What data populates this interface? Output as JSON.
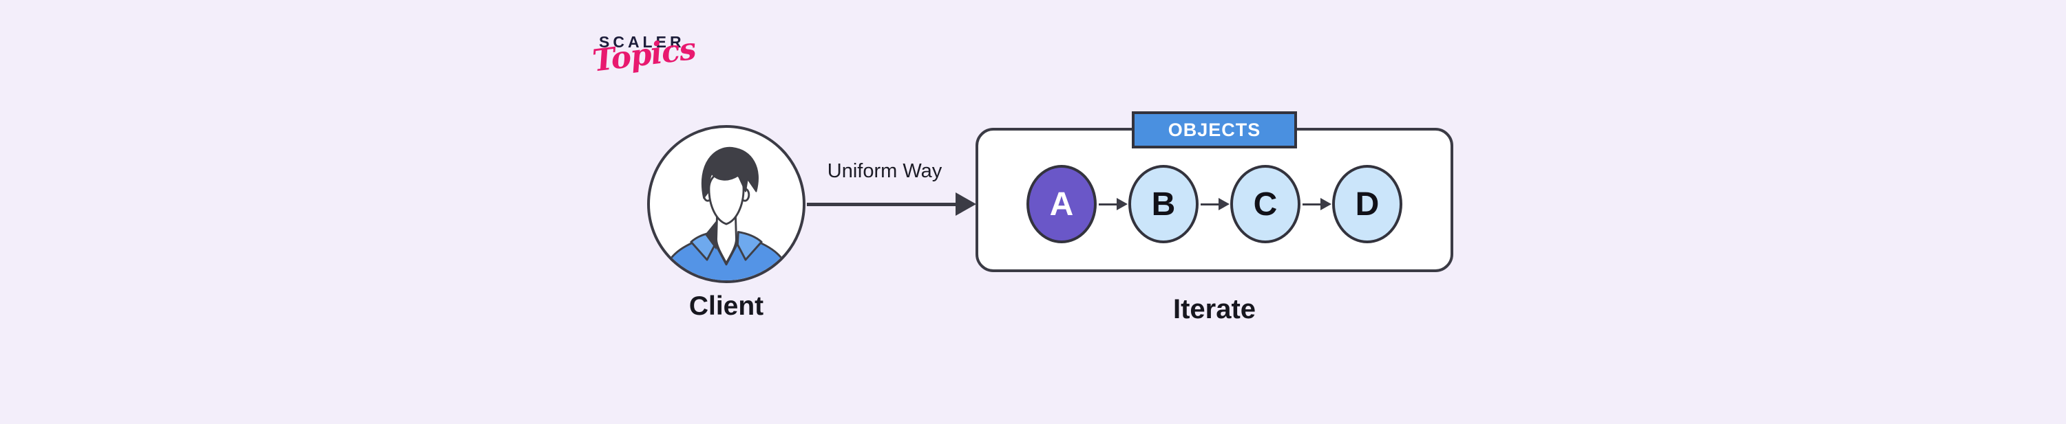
{
  "logo": {
    "brand": "SCALER",
    "script": "Topics"
  },
  "client": {
    "label": "Client"
  },
  "flow": {
    "arrow_label": "Uniform Way"
  },
  "objects": {
    "tag_label": "OBJECTS",
    "caption": "Iterate",
    "nodes": [
      {
        "label": "A"
      },
      {
        "label": "B"
      },
      {
        "label": "C"
      },
      {
        "label": "D"
      }
    ]
  },
  "colors": {
    "background": "#f3eefa",
    "outline": "#3b3b45",
    "node_highlight": "#6a57c8",
    "node_default": "#cbe5fa",
    "tag_blue": "#4a90e0",
    "brand_navy": "#1d1d3a",
    "brand_pink": "#e8196f",
    "shirt_blue": "#5494e6",
    "text": "#17171f"
  }
}
